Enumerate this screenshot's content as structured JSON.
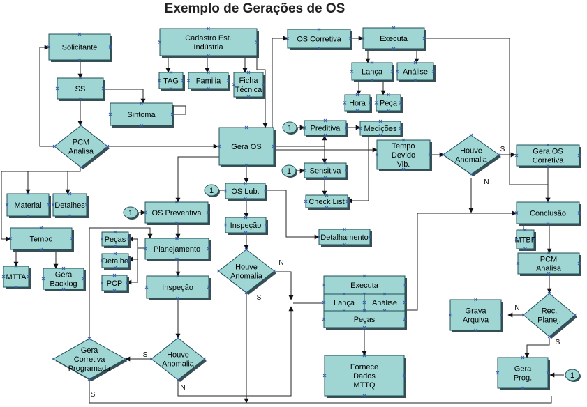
{
  "title": "Exemplo de Gerações de OS",
  "boxes": {
    "solicitante": [
      "Solicitante"
    ],
    "ss": [
      "SS"
    ],
    "sintoma": [
      "Sintoma"
    ],
    "cadastro": [
      "Cadastro Est.",
      "Indústria"
    ],
    "tag": [
      "TAG"
    ],
    "familia": [
      "Familia"
    ],
    "ficha": [
      "Ficha",
      "Técnica"
    ],
    "os_corretiva": [
      "OS Corretiva"
    ],
    "executa_top": [
      "Executa"
    ],
    "lanca_top": [
      "Lança"
    ],
    "analise_top": [
      "Análise"
    ],
    "hora": [
      "Hora"
    ],
    "peca_top": [
      "Peça"
    ],
    "gera_os": [
      "Gera OS"
    ],
    "preditiva": [
      "Preditiva"
    ],
    "sensitiva": [
      "Sensitiva"
    ],
    "medicoes": [
      "Medições"
    ],
    "tempo_devido": [
      "Tempo",
      "Devido",
      "Vib."
    ],
    "check_list": [
      "Check List"
    ],
    "os_lub": [
      "OS Lub."
    ],
    "os_preventiva": [
      "OS Preventiva"
    ],
    "material": [
      "Material"
    ],
    "detalhes": [
      "Detalhes"
    ],
    "tempo": [
      "Tempo"
    ],
    "mtta": [
      "MTTA"
    ],
    "gera_backlog": [
      "Gera",
      "Backlog"
    ],
    "pecas_left": [
      "Peças"
    ],
    "detalhe_left": [
      "Detalhe"
    ],
    "pcp": [
      "PCP"
    ],
    "planejamento": [
      "Planejamento"
    ],
    "inspecao_left": [
      "Inspeção"
    ],
    "inspecao_mid": [
      "Inspeção"
    ],
    "detalhamento": [
      "Detalhamento"
    ],
    "executa_mid": [
      "Executa"
    ],
    "lanca_mid": [
      "Lança"
    ],
    "analise_mid": [
      "Análise"
    ],
    "pecas_mid": [
      "Peças"
    ],
    "fornece": [
      "Fornece",
      "Dados",
      "MTTQ"
    ],
    "gera_os_corretiva": [
      "Gera OS",
      "Corretiva"
    ],
    "conclusao": [
      "Conclusão"
    ],
    "mtbf": [
      "MTBF"
    ],
    "pcm_right": [
      "PCM",
      "Analisa"
    ],
    "grava": [
      "Grava",
      "Arquiva"
    ],
    "gera_prog": [
      "Gera",
      "Prog."
    ]
  },
  "diamonds": {
    "pcm_analisa": [
      "PCM",
      "Analisa"
    ],
    "houve_anomalia_right": [
      "Houve",
      "Anomalia"
    ],
    "houve_anomalia_mid": [
      "Houve",
      "Anomalia"
    ],
    "gera_corretiva_prog": [
      "Gera",
      "Corretiva",
      "Programada"
    ],
    "houve_anomalia_left": [
      "Houve",
      "Anomalia"
    ],
    "rec_planej": [
      "Rec.",
      "Planej."
    ]
  },
  "connectors": {
    "c_preditiva": "1",
    "c_sensitiva": "1",
    "c_oslub": "1",
    "c_preventiva": "1",
    "c_geraprog": "1"
  },
  "edge_labels": {
    "s_right": "S",
    "n_right": "N",
    "n_mid": "N",
    "s_mid": "S",
    "s_left": "S",
    "n_left": "N",
    "n_rec": "N",
    "s_rec": "S",
    "s_bottom": "S"
  },
  "colors": {
    "box_fill": "#9fd6d4",
    "box_border": "#1f4f56",
    "shadow": "#3a4f55",
    "line": "#222222",
    "marker": "#3b5fb5"
  }
}
